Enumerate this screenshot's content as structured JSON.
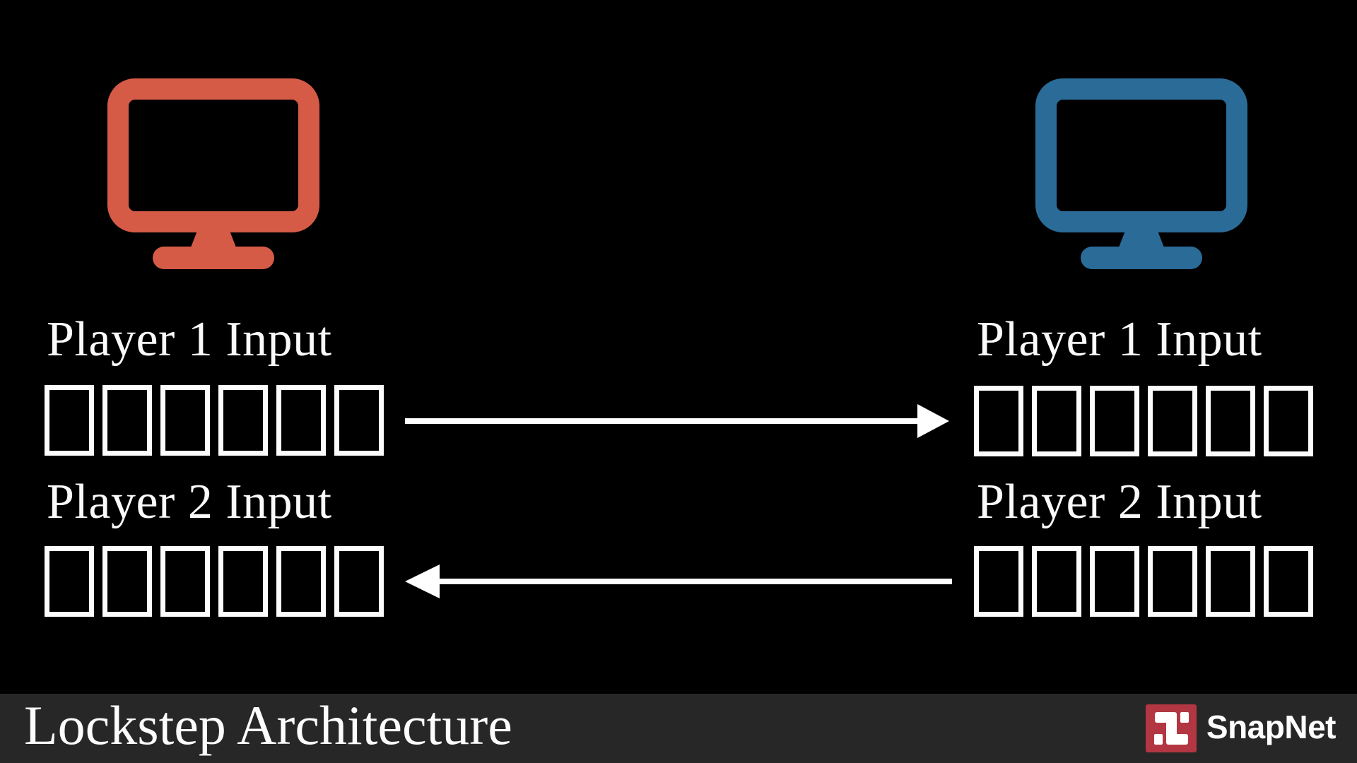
{
  "slide": {
    "background": "#000000"
  },
  "clients": {
    "left": {
      "monitor_color": "#d65b47",
      "rows": [
        {
          "label": "Player 1 Input",
          "slots": 6
        },
        {
          "label": "Player 2 Input",
          "slots": 6
        }
      ]
    },
    "right": {
      "monitor_color": "#2a6b98",
      "rows": [
        {
          "label": "Player 1 Input",
          "slots": 6
        },
        {
          "label": "Player 2 Input",
          "slots": 6
        }
      ]
    }
  },
  "arrows": [
    {
      "name": "player1-input-transfer",
      "direction": "left-to-right",
      "color": "#ffffff"
    },
    {
      "name": "player2-input-transfer",
      "direction": "right-to-left",
      "color": "#ffffff"
    }
  ],
  "footer": {
    "title": "Lockstep Architecture",
    "background": "#272727",
    "brand": {
      "name": "SnapNet",
      "badge_color": "#b23742"
    }
  }
}
